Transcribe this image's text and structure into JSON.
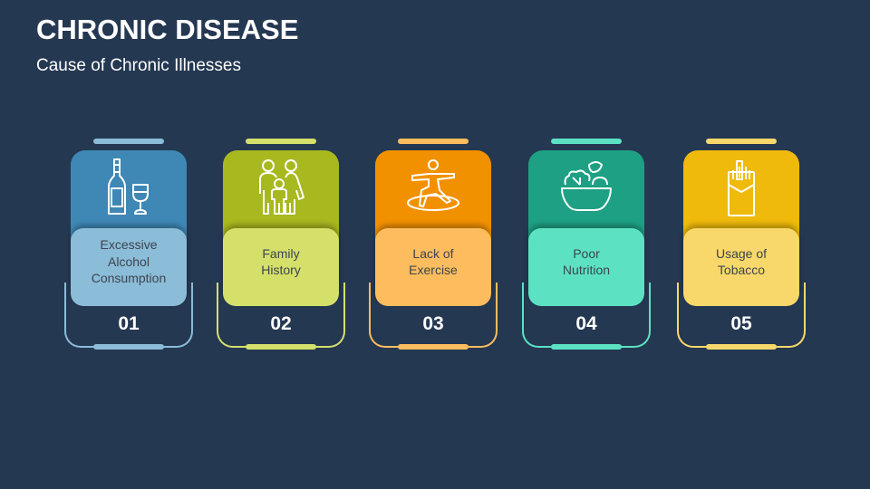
{
  "header": {
    "title": "CHRONIC DISEASE",
    "subtitle": "Cause of Chronic Illnesses"
  },
  "cards": [
    {
      "number": "01",
      "label": "Excessive\nAlcohol\nConsumption",
      "icon": "wine-bottle-glass-icon",
      "dark_color": "#3f88b5",
      "light_color": "#8bbcd8",
      "accent_color": "#8bbcd8"
    },
    {
      "number": "02",
      "label": "Family\nHistory",
      "icon": "family-icon",
      "dark_color": "#a8b81f",
      "light_color": "#d4e06a",
      "accent_color": "#d4e06a"
    },
    {
      "number": "03",
      "label": "Lack of\nExercise",
      "icon": "exercise-pose-icon",
      "dark_color": "#f29100",
      "light_color": "#fdbd5e",
      "accent_color": "#fdbd5e"
    },
    {
      "number": "04",
      "label": "Poor\nNutrition",
      "icon": "salad-bowl-icon",
      "dark_color": "#1da083",
      "light_color": "#5ce2c2",
      "accent_color": "#5ce2c2"
    },
    {
      "number": "05",
      "label": "Usage of\nTobacco",
      "icon": "cigarette-pack-icon",
      "dark_color": "#efba0c",
      "light_color": "#f8d86a",
      "accent_color": "#f8d86a"
    }
  ]
}
